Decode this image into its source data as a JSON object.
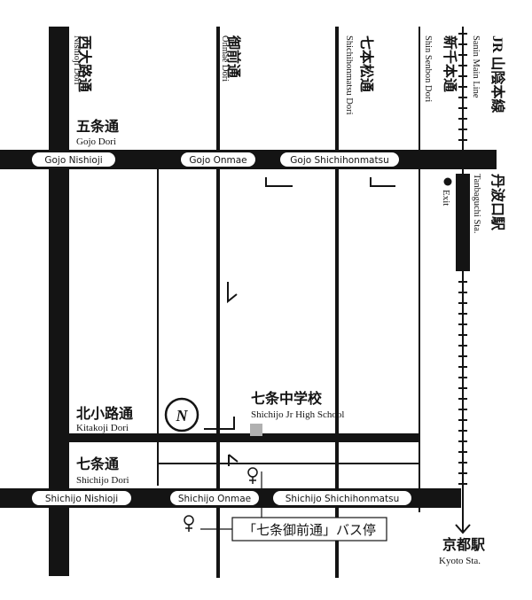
{
  "colors": {
    "road": "#141414",
    "line": "#1a1a1a",
    "school": "#b0b0b0",
    "white": "#ffffff"
  },
  "vertical_streets": [
    {
      "jp": "西大路通",
      "en": "Nishioji Dori"
    },
    {
      "jp": "御前通",
      "en": "Onmae Dori"
    },
    {
      "jp": "七本松通",
      "en": "Shichihonmatsu Dori"
    },
    {
      "jp": "新千本通",
      "en": "Shin Senbon Dori"
    }
  ],
  "railway": {
    "jp": "JR 山陰本線",
    "en": "Sanin Main Line"
  },
  "horizontal_streets": {
    "gojo": {
      "jp": "五条通",
      "en": "Gojo Dori"
    },
    "kitakoji": {
      "jp": "北小路通",
      "en": "Kitakoji Dori"
    },
    "shichijo": {
      "jp": "七条通",
      "en": "Shichijo Dori"
    }
  },
  "intersections_top": [
    "Gojo Nishioji",
    "Gojo Onmae",
    "Gojo Shichihonmatsu"
  ],
  "intersections_bottom": [
    "Shichijo Nishioji",
    "Shichijo Onmae",
    "Shichijo Shichihonmatsu"
  ],
  "station": {
    "jp": "丹波口駅",
    "en": "Tanbaguchi Sta."
  },
  "exit_label": "Exit",
  "school": {
    "jp": "七条中学校",
    "en": "Shichijo Jr High School"
  },
  "bus_stop": "「七条御前通」バス停",
  "kyoto": {
    "jp": "京都駅",
    "en": "Kyoto Sta."
  },
  "compass": "N"
}
